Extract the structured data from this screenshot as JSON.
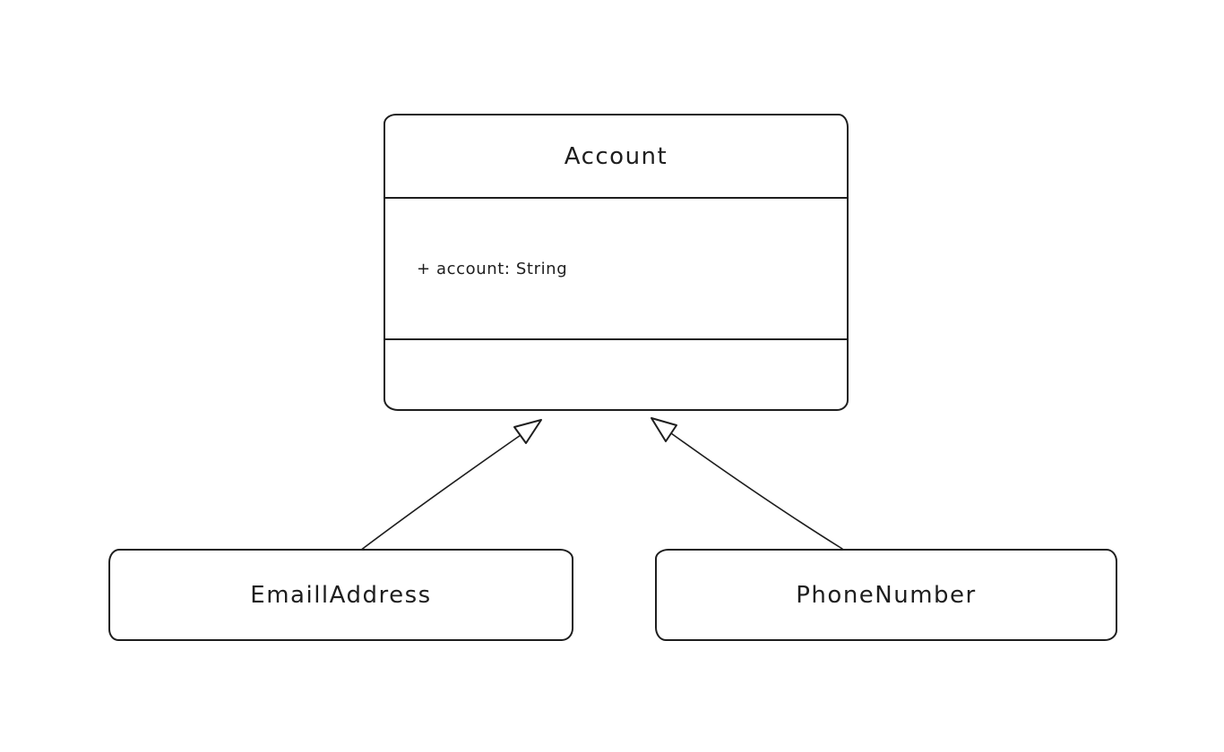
{
  "canvas": {
    "background": "#ffffff",
    "stroke_color": "#1e1e1e"
  },
  "diagram": {
    "classes": [
      {
        "name": "Account",
        "attributes": [
          "+ account: String"
        ],
        "methods": []
      },
      {
        "name": "EmaillAddress",
        "attributes": [],
        "methods": []
      },
      {
        "name": "PhoneNumber",
        "attributes": [],
        "methods": []
      }
    ],
    "relations": [
      {
        "type": "generalization",
        "from": "EmaillAddress",
        "to": "Account",
        "arrowhead": "hollow-triangle"
      },
      {
        "type": "generalization",
        "from": "PhoneNumber",
        "to": "Account",
        "arrowhead": "hollow-triangle"
      }
    ]
  }
}
